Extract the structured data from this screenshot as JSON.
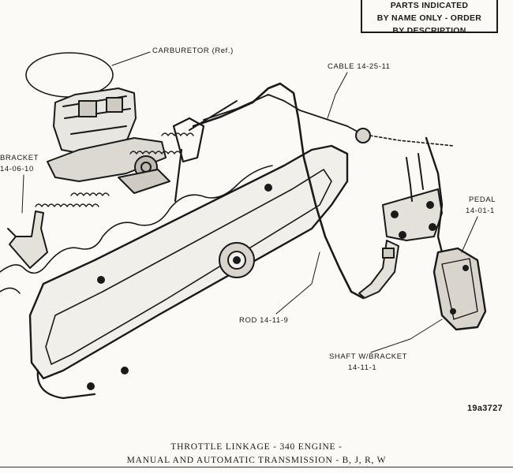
{
  "notice": {
    "line1": "PARTS INDICATED",
    "line2": "BY NAME ONLY - ORDER",
    "line3": "BY DESCRIPTION"
  },
  "labels": {
    "carburetor": "CARBURETOR (Ref.)",
    "cable": "CABLE 14-25-11",
    "bracket_name": "BRACKET",
    "bracket_part": "14-06-10",
    "pedal_name": "PEDAL",
    "pedal_part": "14-01-1",
    "rod": "ROD 14-11-9",
    "shaft_name": "SHAFT W/BRACKET",
    "shaft_part": "14-11-1"
  },
  "figure_number": "19a3727",
  "caption": {
    "line1": "THROTTLE LINKAGE - 340 ENGINE -",
    "line2": "MANUAL AND AUTOMATIC TRANSMISSION - B, J, R, W"
  }
}
